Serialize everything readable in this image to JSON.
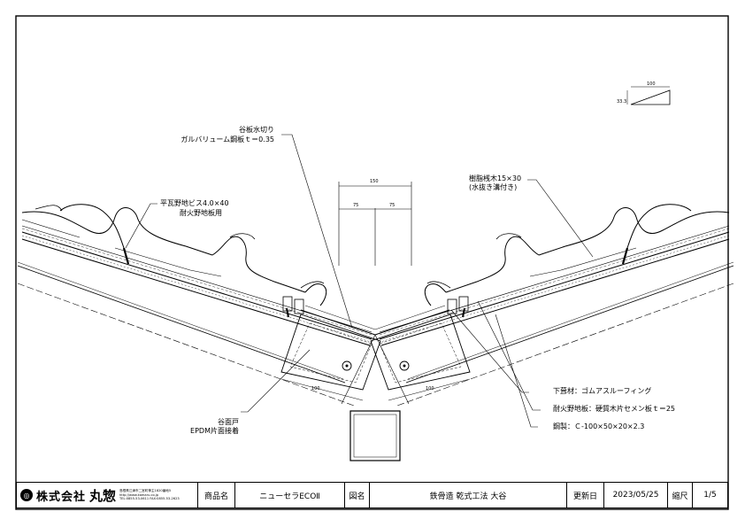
{
  "labels": {
    "valley_flashing_line1": "谷板水切り",
    "valley_flashing_line2": "ガルバリューム鋼板ｔ＝0.35",
    "screw_line1": "平瓦野地ビス4.0×40",
    "screw_line2": "耐火野地板用",
    "batten_line1": "樹脂桟木15×30",
    "batten_line2": "(水抜き溝付き)",
    "underlay": "下葺材：ゴムアスルーフィング",
    "sheathing": "耐火野地板：硬質木片セメン板ｔ＝25",
    "steel_purlin": "鋼製：Ｃ-100×50×20×2.3",
    "valley_face_line1": "谷面戸",
    "valley_face_line2": "EPDM片面接着"
  },
  "dimensions": {
    "top_total": "150",
    "top_left": "75",
    "top_right": "75",
    "slope_run": "100",
    "slope_rise": "33.3",
    "purlin_left": "100",
    "purlin_right": "100"
  },
  "title_block": {
    "company_name": "株式会社",
    "company_brand": "丸惣",
    "company_address": "島根県江津市二宮町神主1820番地5",
    "company_web": "http://www.kamaru.co.jp",
    "company_tel": "TEL:0855-53-0611 FAX:0855-53-2623",
    "product_label": "商品名",
    "product_value": "ニューセラECOⅡ",
    "drawing_label": "図名",
    "drawing_value": "鉄骨造 乾式工法 大谷",
    "updated_label": "更新日",
    "updated_value": "2023/05/25",
    "scale_label": "縮尺",
    "scale_value": "1/5"
  }
}
